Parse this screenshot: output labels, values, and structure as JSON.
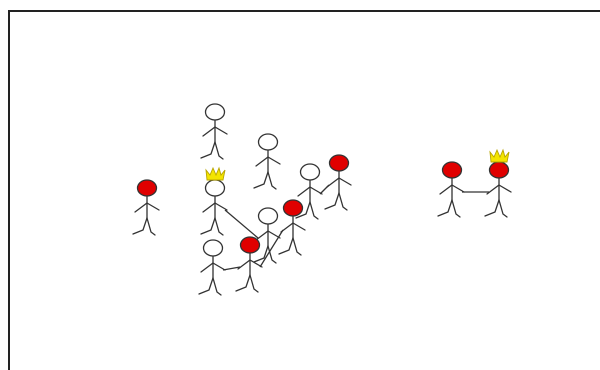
{
  "scene": {
    "colors": {
      "background": "#ffffff",
      "frame": "#222222",
      "stroke": "#333333",
      "red_head": "#e00000",
      "white_head": "#ffffff",
      "crown_fill": "#f3e400",
      "crown_stroke": "#b8a400"
    },
    "figures": [
      {
        "kind": "white",
        "crown": false
      },
      {
        "kind": "white",
        "crown": false
      },
      {
        "kind": "white",
        "crown": true
      },
      {
        "kind": "white",
        "crown": false
      },
      {
        "kind": "red",
        "crown": false
      },
      {
        "kind": "white",
        "crown": false
      },
      {
        "kind": "red",
        "crown": false
      },
      {
        "kind": "red",
        "crown": false
      },
      {
        "kind": "white",
        "crown": false
      },
      {
        "kind": "red",
        "crown": false
      },
      {
        "kind": "red",
        "crown": false
      },
      {
        "kind": "red",
        "crown": true
      }
    ],
    "icon": "stick-figure-icon",
    "crown_icon": "crown-icon"
  }
}
